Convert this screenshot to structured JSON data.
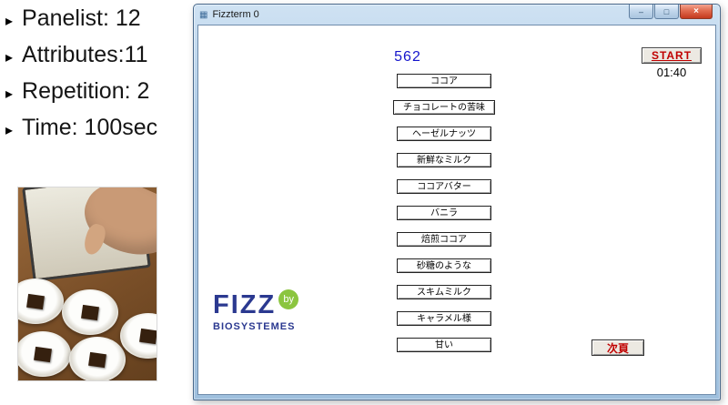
{
  "info_panel": {
    "bullet_glyph": "▸",
    "items": [
      "Panelist: 12",
      "Attributes:11",
      "Repetition: 2",
      "Time: 100sec"
    ]
  },
  "window": {
    "title": "Fizzterm 0",
    "titlebar_icon": "▦",
    "controls": {
      "minimize": "–",
      "maximize": "□",
      "close": "×"
    },
    "sample_code": "562",
    "start_button": "START",
    "timer": "01:40",
    "attribute_buttons": [
      "ココア",
      "チョコレートの苦味",
      "ヘーゼルナッツ",
      "新鮮なミルク",
      "ココアバター",
      "バニラ",
      "焙煎ココア",
      "砂糖のような",
      "スキムミルク",
      "キャラメル様",
      "甘い"
    ],
    "next_button": "次頁",
    "logo": {
      "fizz": "FIZZ",
      "by": "by",
      "biosystemes": "BIOSYSTEMES"
    }
  },
  "colors": {
    "sample_code_blue": "#1414cc",
    "button_text_red": "#c00000",
    "logo_blue": "#2b3990",
    "logo_green": "#8bc53f"
  }
}
